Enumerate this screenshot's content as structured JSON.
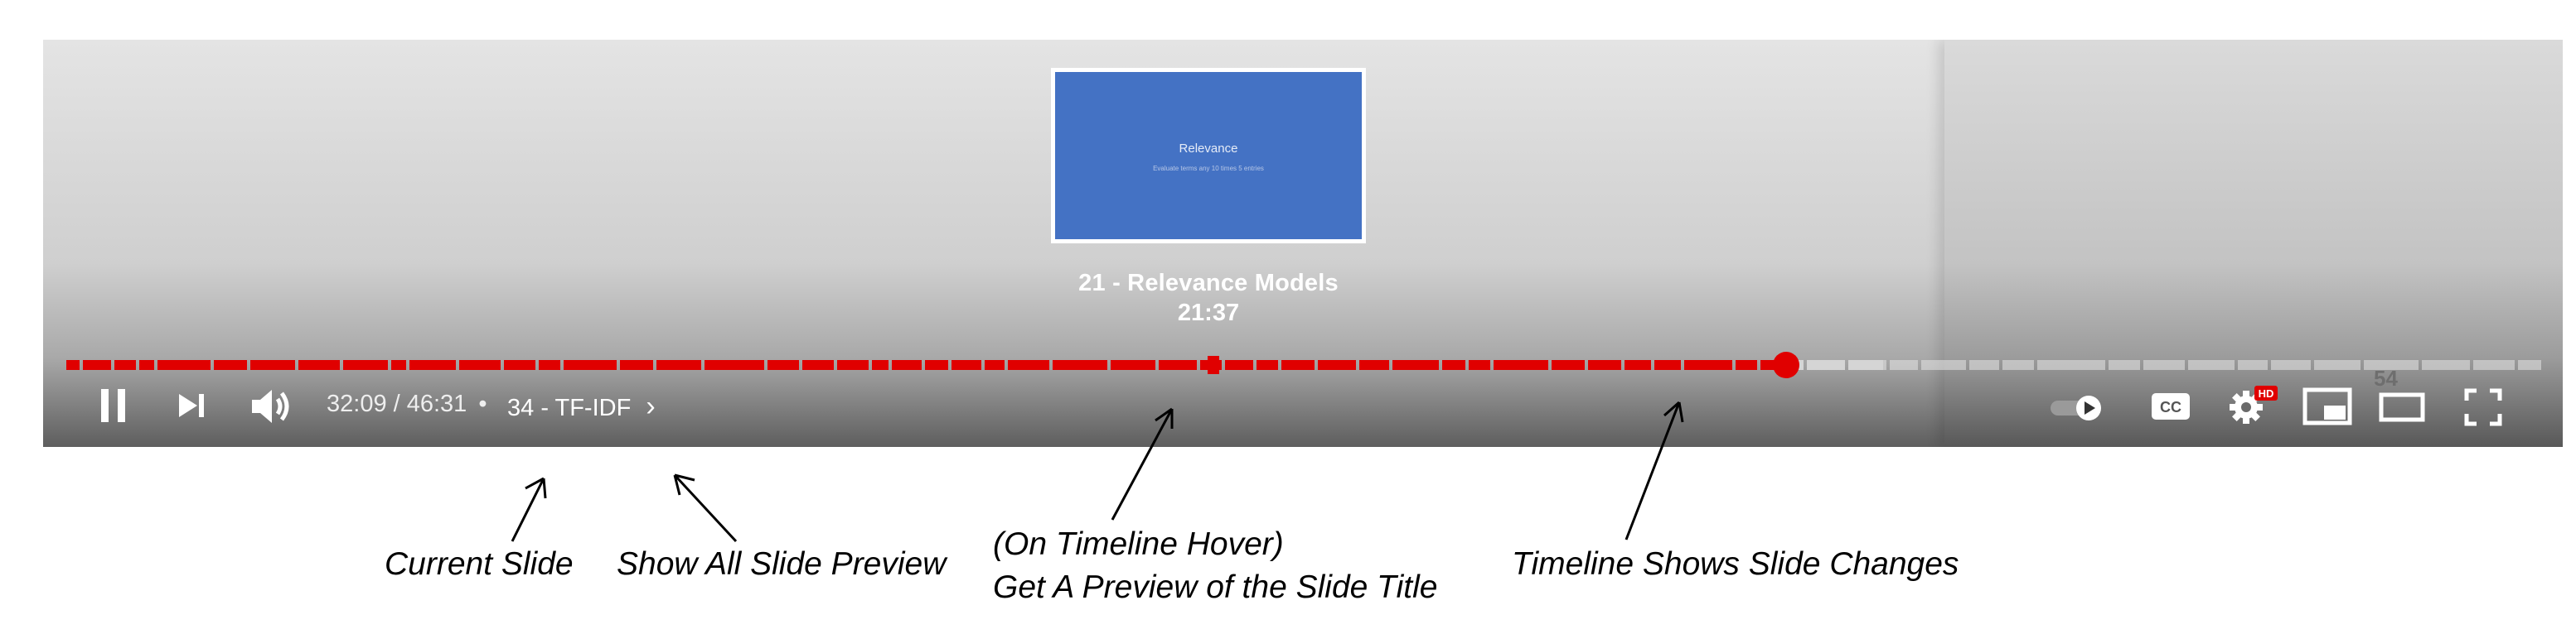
{
  "preview": {
    "slide_title": "Relevance",
    "slide_subtitle": "Evaluate terms any 10 times 5 entries",
    "chapter_label": "21 - Relevance Models",
    "time": "21:37"
  },
  "controls": {
    "time_display": "32:09 / 46:31",
    "separator": "•",
    "current_chapter": "34 - TF-IDF",
    "chevron": "›",
    "hd_badge": "HD",
    "cc_label": "CC",
    "end_number": "54"
  },
  "timeline": {
    "played_fraction": 0.694,
    "buffered_fraction": 0.733,
    "hover_fraction": 0.463
  },
  "annotations": {
    "current_slide": "Current Slide",
    "show_all": "Show All Slide Preview",
    "hover_line1": "(On Timeline Hover)",
    "hover_line2": "Get A Preview of the Slide Title",
    "timeline_changes": "Timeline Shows Slide Changes"
  },
  "colors": {
    "accent_red": "#e00000",
    "slide_blue": "#4472c4"
  }
}
